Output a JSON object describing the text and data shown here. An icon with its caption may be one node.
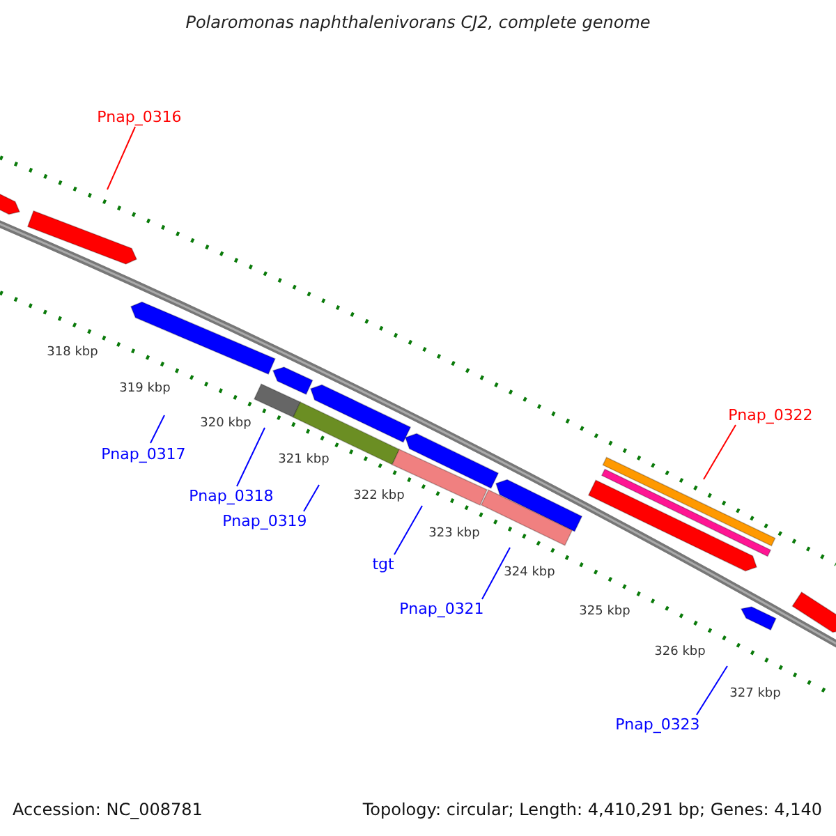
{
  "diagram": {
    "title": "Polaromonas naphthalenivorans CJ2, complete genome",
    "nodes": [
      {
        "text": [
          "Pnap_0316"
        ]
      },
      {
        "text": [
          "Pnap_0317"
        ]
      },
      {
        "text": [
          "Pnap_0318"
        ]
      },
      {
        "text": [
          "Pnap_0319"
        ]
      },
      {
        "text": [
          "tgt"
        ]
      },
      {
        "text": [
          "Pnap_0321"
        ]
      },
      {
        "text": [
          "Pnap_0322"
        ]
      },
      {
        "text": [
          "Pnap_0323"
        ]
      }
    ],
    "edges": [
      {
        "from": 0,
        "to": null,
        "arrow": "none",
        "color": "#ff0000"
      },
      {
        "from": 1,
        "to": null,
        "arrow": "none"
      },
      {
        "from": 2,
        "to": null,
        "arrow": "none"
      },
      {
        "from": 3,
        "to": null,
        "arrow": "none"
      },
      {
        "from": 4,
        "to": null,
        "arrow": "none"
      },
      {
        "from": 5,
        "to": null,
        "arrow": "none"
      },
      {
        "from": 6,
        "to": null,
        "arrow": "none",
        "color": "#ff0000"
      },
      {
        "from": 7,
        "to": null,
        "arrow": "none"
      }
    ],
    "labels": [
      "318 kbp",
      "319 kbp",
      "320 kbp",
      "321 kbp",
      "322 kbp",
      "323 kbp",
      "324 kbp",
      "325 kbp",
      "326 kbp",
      "327 kbp",
      "Accession: NC_008781",
      "Topology: circular; Length: 4,410,291 bp; Genes: 4,140"
    ]
  }
}
